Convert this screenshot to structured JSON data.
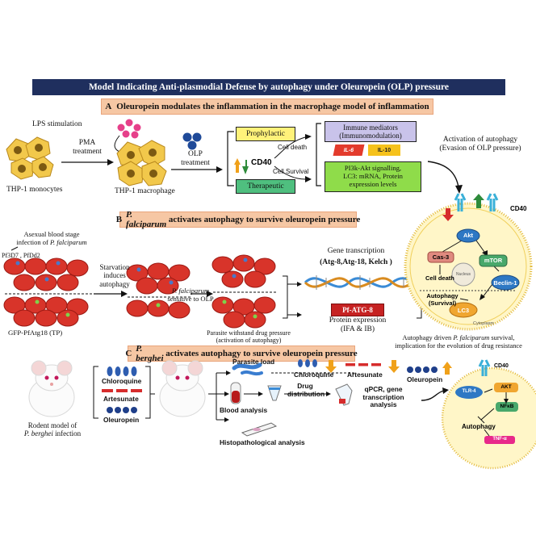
{
  "title": "Model Indicating Anti-plasmodial Defense by autophagy under Oleuropein (OLP) pressure",
  "section_a": {
    "banner": "Oleuropein modulates the inflammation in the macrophage model of inflammation",
    "letter": "A",
    "lps": "LPS stimulation",
    "pma": "PMA\ntreatment",
    "thp1_monocytes": "THP-1 monocytes",
    "thp1_macrophage": "THP-1 macrophage",
    "olp_treatment": "OLP\ntreatment",
    "prophylactic": "Prophylactic",
    "therapeutic": "Therapeutic",
    "cd40": "CD40",
    "cell_death": "Cell death",
    "cell_survival": "Cell Survival",
    "immune_mediators": "Immune mediators\n(Immunomodulation)",
    "il6": "IL-6",
    "il10": "IL-10",
    "pi3k": "PI3k-Akt signalling,\nLC3: mRNA, Protein\nexpression levels",
    "activation": "Activation of autophagy\n(Evasion of OLP pressure)"
  },
  "section_b": {
    "letter": "B",
    "banner_italic": "P. falciparum",
    "banner_rest": " activates autophagy to survive oleuropein pressure",
    "asexual_1": "Asexual blood stage",
    "asexual_2": "infection of ",
    "asexual_italic": "P. falciparum",
    "strains": "Pf3D7 , PfDd2",
    "starvation": "Starvation\ninduces\nautophagy",
    "gfp": "GFP-PfAtg18 (TP)",
    "pf_sensitive_italic": "P. falciparum",
    "pf_sensitive_rest": "sensitive to OLP",
    "parasite_withstand": "Parasite withstand drug pressure\n(activation of autophagy)",
    "gene_transcription": "Gene transcription",
    "genes": "(Atg-8,Atg-18, Kelch )",
    "pf_atg8": "Pf-ATG-8",
    "protein_expression": "Protein expression\n(IFA & IB)"
  },
  "cell_diagram": {
    "cd40_top": "CD40",
    "akt": "Akt",
    "cas3": "Cas-3",
    "mtor": "mTOR",
    "cell_death": "Cell death",
    "nucleus": "Nucleus",
    "beclin": "Beclin-1",
    "autophagy": "Autophagy\n(Survival)",
    "lc3": "LC3",
    "cytoplasm": "Cytoplasm",
    "caption_1": "Autophagy driven ",
    "caption_italic": "P. falciparum",
    "caption_2": " survival,",
    "caption_3": "implication for the evolution of drug resistance"
  },
  "section_c": {
    "letter": "C",
    "banner_italic": "P. berghei",
    "banner_rest": " activates autophagy to survive oleuropein pressure",
    "chloroquine": "Chloroquine",
    "artesunate": "Artesunate",
    "oleuropein": "Oleuropein",
    "rodent_model_1": "Rodent model of",
    "rodent_model_italic": "P. berghei",
    "rodent_model_2": " infection",
    "parasite_load": "Parasite load",
    "chloroquine_r": "Chloroquine",
    "artesunate_r": "Artesunate",
    "oleuropein_r": "Oleuropein",
    "blood_analysis": "Blood analysis",
    "drug_distribution": "Drug\ndistribution",
    "qpcr": "qPCR, gene\ntranscription\nanalysis",
    "histopath": "Histopathological analysis",
    "cd40": "CD40",
    "tlr": "TLR-4",
    "akt": "AKT",
    "nfkb": "NFκB",
    "autophagy": "Autophagy",
    "tnf": "TNF-α"
  },
  "colors": {
    "title_bg": "#1f2f5e",
    "banner_bg": "#f6c7a4",
    "rbc": "#d8342a",
    "prophylactic_bg": "#fff27a",
    "therapeutic_bg": "#4fbf7f",
    "immune_bg": "#c9c3ea",
    "pi3k_bg": "#8fdc4a",
    "cell_bg": "#fff6c8"
  }
}
